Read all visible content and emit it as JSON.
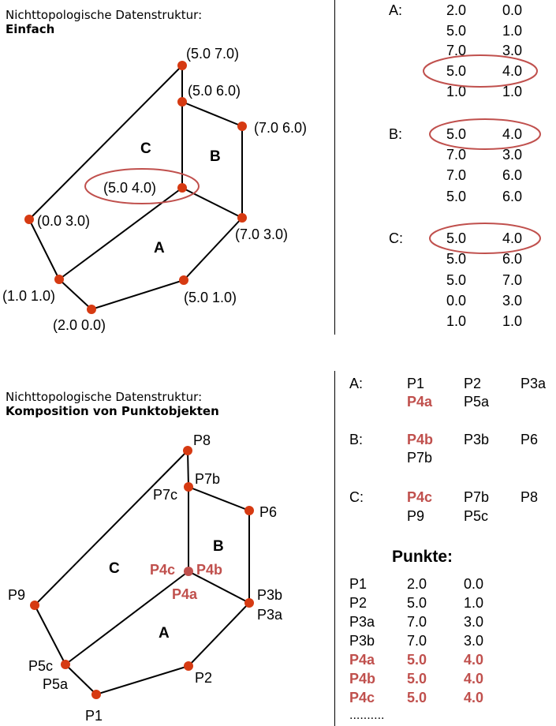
{
  "top": {
    "title_line1": "Nichttopologische Datenstruktur:",
    "title_line2": "Einfach",
    "labels": {
      "p_5_7": "(5.0  7.0)",
      "p_5_6": "(5.0  6.0)",
      "p_7_6": "(7.0  6.0)",
      "p_5_4": "(5.0  4.0)",
      "p_0_3": "(0.0  3.0)",
      "p_7_3": "(7.0  3.0)",
      "p_1_1": "(1.0  1.0)",
      "p_5_1": "(5.0  1.0)",
      "p_2_0": "(2.0   0.0)",
      "face_a": "A",
      "face_b": "B",
      "face_c": "C"
    },
    "table": [
      {
        "name": "A:",
        "rows": [
          [
            "2.0",
            "0.0"
          ],
          [
            "5.0",
            "1.0"
          ],
          [
            "7.0",
            "3.0"
          ],
          [
            "5.0",
            "4.0"
          ],
          [
            "1.0",
            "1.0"
          ]
        ]
      },
      {
        "name": "B:",
        "rows": [
          [
            "5.0",
            "4.0"
          ],
          [
            "7.0",
            "3.0"
          ],
          [
            "7.0",
            "6.0"
          ],
          [
            "5.0",
            "6.0"
          ]
        ]
      },
      {
        "name": "C:",
        "rows": [
          [
            "5.0",
            "4.0"
          ],
          [
            "5.0",
            "6.0"
          ],
          [
            "5.0",
            "7.0"
          ],
          [
            "0.0",
            "3.0"
          ],
          [
            "1.0",
            "1.0"
          ]
        ]
      }
    ]
  },
  "bottom": {
    "title_line1": "Nichttopologische Datenstruktur:",
    "title_line2": "Komposition von Punktobjekten",
    "labels": {
      "p8": "P8",
      "p7b": "P7b",
      "p7c": "P7c",
      "p6": "P6",
      "p4c": "P4c",
      "p4b": "P4b",
      "p4a": "P4a",
      "p3b": "P3b",
      "p3a": "P3a",
      "p9": "P9",
      "p5c": "P5c",
      "p5a": "P5a",
      "p2": "P2",
      "p1": "P1",
      "face_a": "A",
      "face_b": "B",
      "face_c": "C"
    },
    "objects": [
      {
        "name": "A:",
        "rows": [
          [
            "P1",
            "P2",
            "P3a"
          ],
          [
            "P4a",
            "P5a",
            ""
          ]
        ]
      },
      {
        "name": "B:",
        "rows": [
          [
            "P4b",
            "P3b",
            "P6"
          ],
          [
            "P7b",
            "",
            ""
          ]
        ]
      },
      {
        "name": "C:",
        "rows": [
          [
            "P4c",
            "P7b",
            "P8"
          ],
          [
            "P9",
            "P5c",
            ""
          ]
        ]
      }
    ],
    "points_title": "Punkte:",
    "points": [
      [
        "P1",
        "2.0",
        "0.0"
      ],
      [
        "P2",
        "5.0",
        "1.0"
      ],
      [
        "P3a",
        "7.0",
        "3.0"
      ],
      [
        "P3b",
        "7.0",
        "3.0"
      ],
      [
        "P4a",
        "5.0",
        "4.0"
      ],
      [
        "P4b",
        "5.0",
        "4.0"
      ],
      [
        "P4c",
        "5.0",
        "4.0"
      ]
    ],
    "points_more": "..........",
    "highlight_color": "#c0504d",
    "node_color": "#d63a12"
  }
}
